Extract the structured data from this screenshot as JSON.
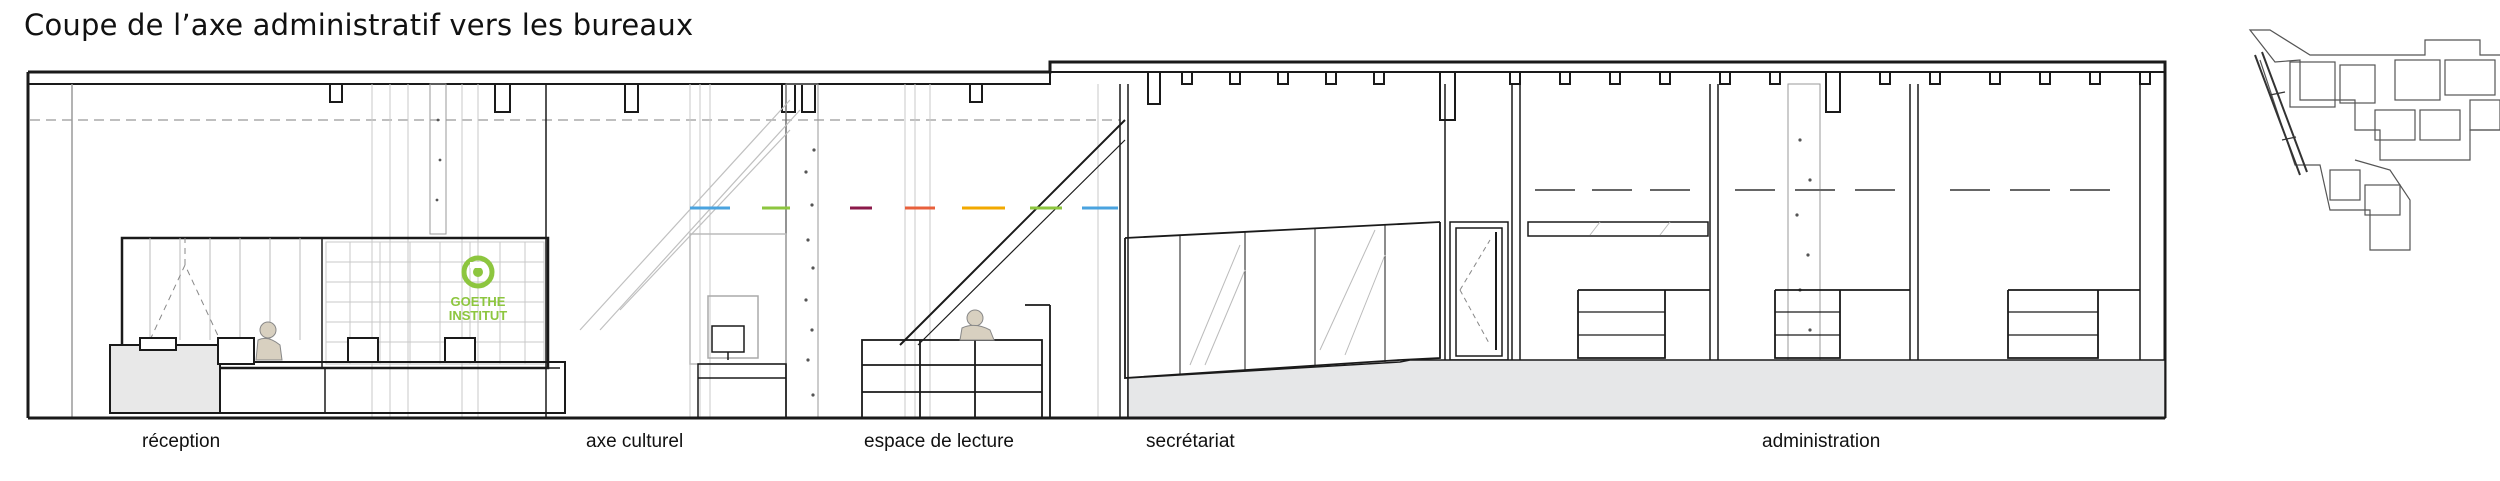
{
  "title": "Coupe de l’axe administratif vers les bureaux",
  "zones": [
    {
      "label": "réception"
    },
    {
      "label": "axe culturel"
    },
    {
      "label": "espace de lecture"
    },
    {
      "label": "secrétariat"
    },
    {
      "label": "administration"
    }
  ],
  "logo": {
    "line1": "GOETHE",
    "line2": "INSTITUT",
    "color": "#8dc63f"
  },
  "colors": {
    "line": "#1a1a1a",
    "thin_line": "#9a9a9a",
    "floor_fill": "#e6e7e8",
    "counter_fill": "#e8e8e8",
    "accent_stripes": [
      "#4aa3df",
      "#8dc63f",
      "#8b1a4a",
      "#e8603c",
      "#f2a900",
      "#8dc63f",
      "#4aa3df"
    ]
  }
}
